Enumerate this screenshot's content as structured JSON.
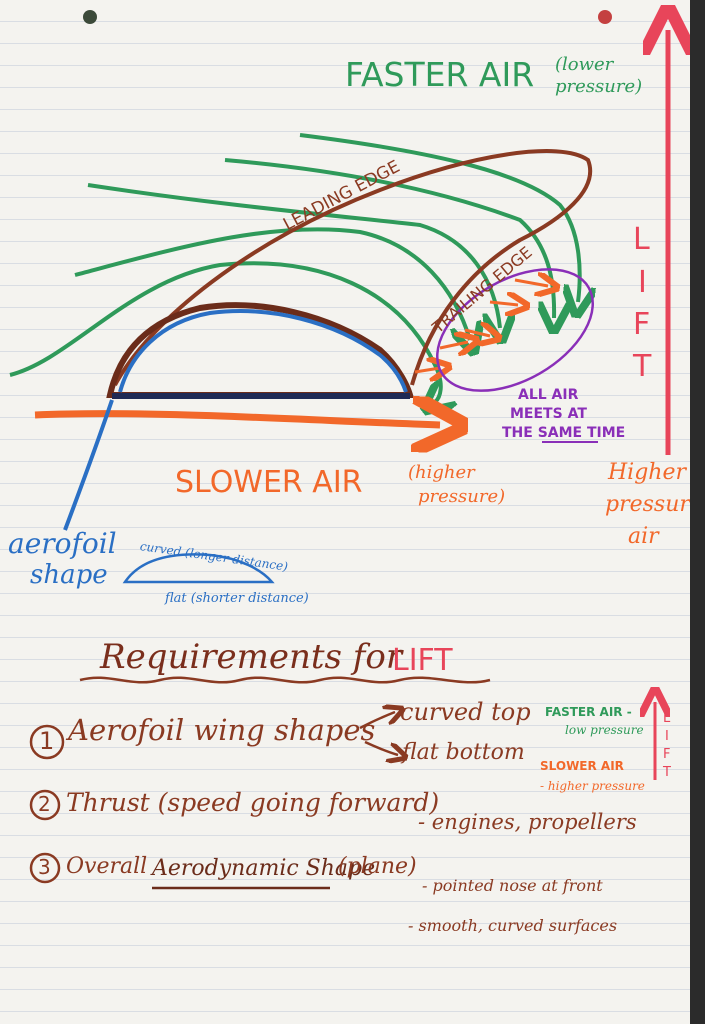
{
  "colors": {
    "green": "#2f9a5a",
    "red": "#e8455a",
    "orange": "#f2682a",
    "brown": "#8a3a22",
    "purple": "#8a2fb8",
    "blue": "#2a6fc4",
    "navy": "#1f2a55"
  },
  "diagram": {
    "faster_air": "FASTER AIR",
    "faster_air_note_line1": "(lower",
    "faster_air_note_line2": "pressure)",
    "leading_edge": "LEADING EDGE",
    "trailing_edge": "TRAILING EDGE",
    "all_air_line1": "ALL AIR",
    "all_air_line2": "MEETS AT",
    "all_air_line3": "THE SAME TIME",
    "slower_air": "SLOWER AIR",
    "slower_air_note_line1": "(higher",
    "slower_air_note_line2": "pressure)",
    "lift_vertical": [
      "L",
      "I",
      "F",
      "T"
    ],
    "higher_pressure_line1": "Higher",
    "higher_pressure_line2": "pressure",
    "higher_pressure_line3": "air",
    "aerofoil_line1": "aerofoil",
    "aerofoil_line2": "shape",
    "curved_note": "curved (longer distance)",
    "flat_note": "flat (shorter distance)"
  },
  "requirements": {
    "heading": "Requirements for",
    "heading_lift": "LIFT",
    "item1_number": "1",
    "item1_text": "Aerofoil wing shapes",
    "item1_curved": "curved top",
    "item1_flat": "flat bottom",
    "mini_faster": "FASTER AIR -",
    "mini_low": "low pressure",
    "mini_slower": "SLOWER AIR",
    "mini_higher": "- higher pressure",
    "mini_lift": [
      "L",
      "I",
      "F",
      "T"
    ],
    "item2_number": "2",
    "item2_text": "Thrust (speed going forward)",
    "item2_detail": "- engines, propellers",
    "item3_number": "3",
    "item3_prefix": "Overall",
    "item3_underlined": "Aerodynamic Shape",
    "item3_suffix": "(plane)",
    "item3_detail1": "- pointed nose at front",
    "item3_detail2": "- smooth, curved surfaces"
  }
}
